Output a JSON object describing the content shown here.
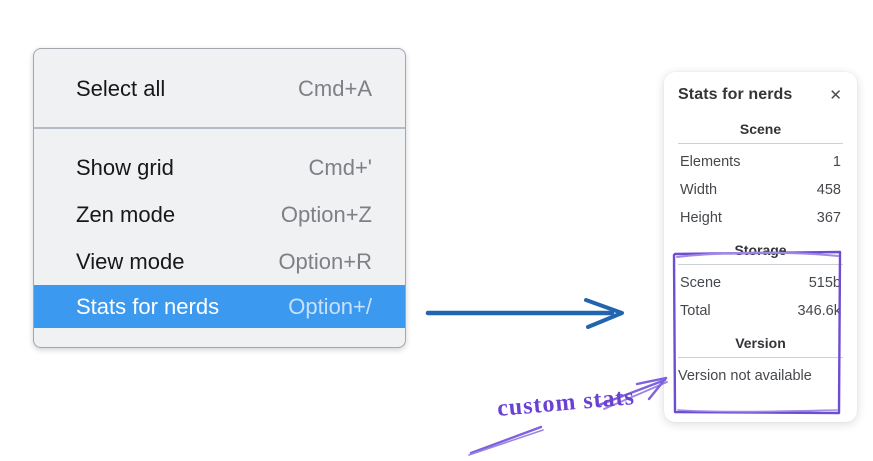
{
  "menu": {
    "items": [
      {
        "label": "Select all",
        "shortcut": "Cmd+A",
        "selected": false
      },
      {
        "label": "Show grid",
        "shortcut": "Cmd+'",
        "selected": false
      },
      {
        "label": "Zen mode",
        "shortcut": "Option+Z",
        "selected": false
      },
      {
        "label": "View mode",
        "shortcut": "Option+R",
        "selected": false
      },
      {
        "label": "Stats for nerds",
        "shortcut": "Option+/",
        "selected": true
      }
    ]
  },
  "panel": {
    "title": "Stats for nerds",
    "close_glyph": "✕",
    "sections": [
      {
        "header": "Scene",
        "rows": [
          {
            "label": "Elements",
            "value": "1"
          },
          {
            "label": "Width",
            "value": "458"
          },
          {
            "label": "Height",
            "value": "367"
          }
        ]
      },
      {
        "header": "Storage",
        "rows": [
          {
            "label": "Scene",
            "value": "515b"
          },
          {
            "label": "Total",
            "value": "346.6k"
          }
        ]
      },
      {
        "header": "Version",
        "note": "Version not available"
      }
    ]
  },
  "annotation": {
    "label": "custom stats"
  },
  "colors": {
    "menu_highlight": "#3b99f0",
    "menu_background": "#eff1f3",
    "arrow_blue": "#2264b0",
    "annotation_purple": "#6b41d4",
    "panel_rule": "#ccd1d6"
  }
}
